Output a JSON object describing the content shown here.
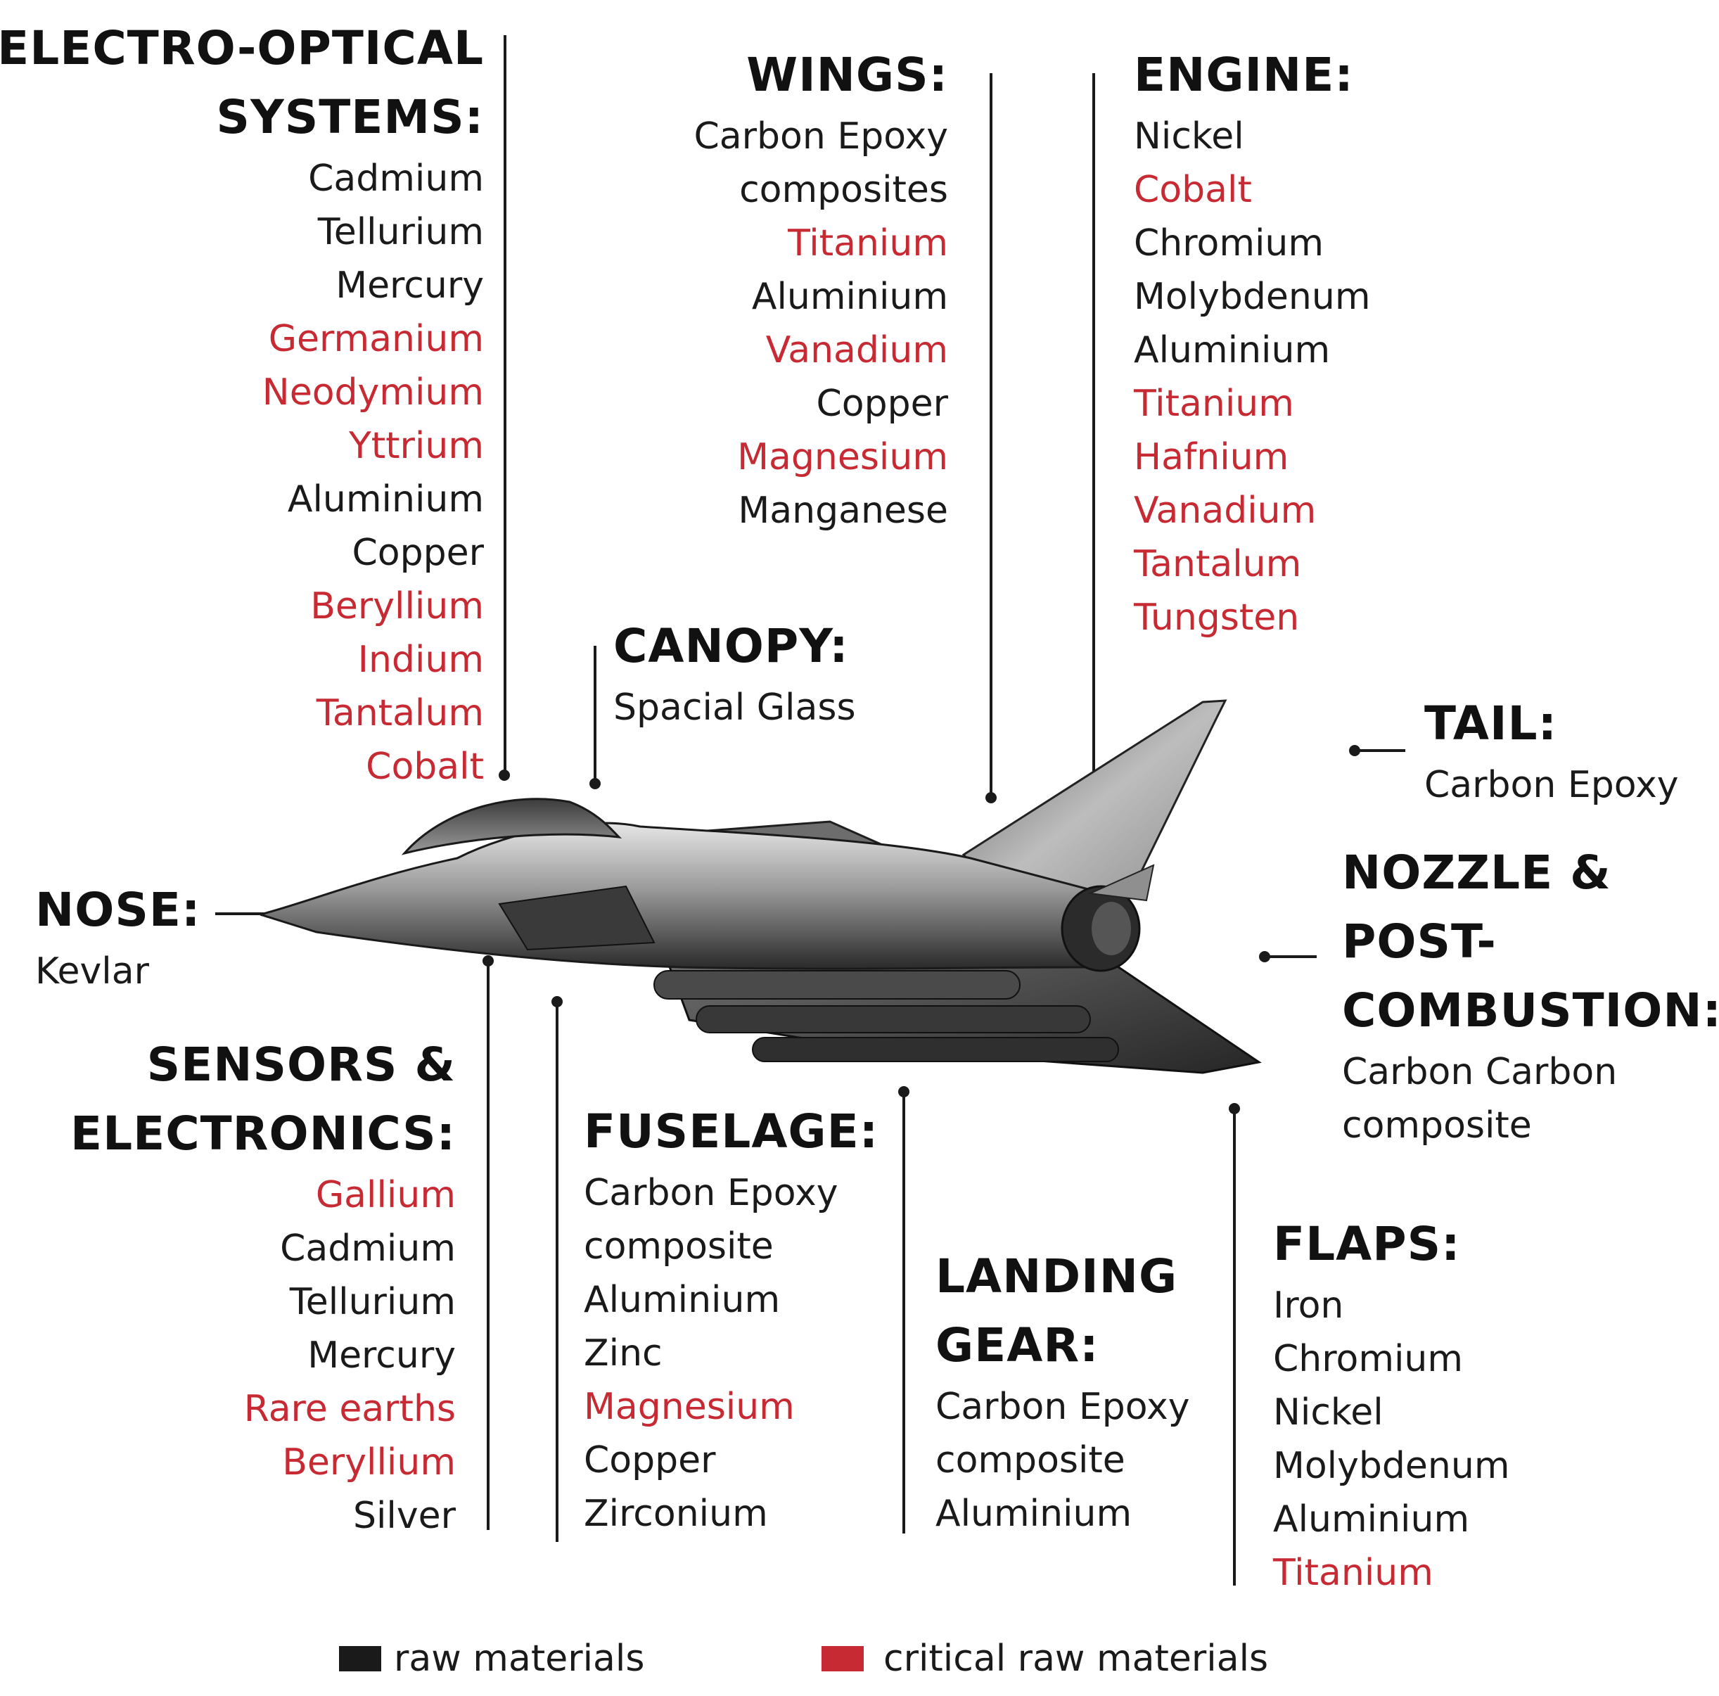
{
  "colors": {
    "raw": "#1a1a1a",
    "critical": "#c72a33"
  },
  "components": [
    {
      "id": "electro-optical",
      "title": [
        "ELECTRO-OPTICAL",
        "SYSTEMS:"
      ],
      "items": [
        {
          "name": "Cadmium",
          "critical": false
        },
        {
          "name": "Tellurium",
          "critical": false
        },
        {
          "name": "Mercury",
          "critical": false
        },
        {
          "name": "Germanium",
          "critical": true
        },
        {
          "name": "Neodymium",
          "critical": true
        },
        {
          "name": "Yttrium",
          "critical": true
        },
        {
          "name": "Aluminium",
          "critical": false
        },
        {
          "name": "Copper",
          "critical": false
        },
        {
          "name": "Beryllium",
          "critical": true
        },
        {
          "name": "Indium",
          "critical": true
        },
        {
          "name": "Tantalum",
          "critical": true
        },
        {
          "name": "Cobalt",
          "critical": true
        }
      ]
    },
    {
      "id": "wings",
      "title": [
        "WINGS:"
      ],
      "items": [
        {
          "name": "Carbon Epoxy",
          "critical": false
        },
        {
          "name": "composites",
          "critical": false
        },
        {
          "name": "Titanium",
          "critical": true
        },
        {
          "name": "Aluminium",
          "critical": false
        },
        {
          "name": "Vanadium",
          "critical": true
        },
        {
          "name": "Copper",
          "critical": false
        },
        {
          "name": "Magnesium",
          "critical": true
        },
        {
          "name": "Manganese",
          "critical": false
        }
      ]
    },
    {
      "id": "engine",
      "title": [
        "ENGINE:"
      ],
      "items": [
        {
          "name": "Nickel",
          "critical": false
        },
        {
          "name": "Cobalt",
          "critical": true
        },
        {
          "name": "Chromium",
          "critical": false
        },
        {
          "name": "Molybdenum",
          "critical": false
        },
        {
          "name": "Aluminium",
          "critical": false
        },
        {
          "name": "Titanium",
          "critical": true
        },
        {
          "name": "Hafnium",
          "critical": true
        },
        {
          "name": "Vanadium",
          "critical": true
        },
        {
          "name": "Tantalum",
          "critical": true
        },
        {
          "name": "Tungsten",
          "critical": true
        }
      ]
    },
    {
      "id": "canopy",
      "title": [
        "CANOPY:"
      ],
      "items": [
        {
          "name": "Spacial Glass",
          "critical": false
        }
      ]
    },
    {
      "id": "tail",
      "title": [
        "TAIL:"
      ],
      "items": [
        {
          "name": "Carbon Epoxy",
          "critical": false
        }
      ]
    },
    {
      "id": "nose",
      "title": [
        "NOSE:"
      ],
      "items": [
        {
          "name": "Kevlar",
          "critical": false
        }
      ]
    },
    {
      "id": "nozzle",
      "title": [
        "NOZZLE &",
        "POST-",
        "COMBUSTION:"
      ],
      "items": [
        {
          "name": "Carbon Carbon",
          "critical": false
        },
        {
          "name": "composite",
          "critical": false
        }
      ]
    },
    {
      "id": "sensors",
      "title": [
        "SENSORS &",
        "ELECTRONICS:"
      ],
      "items": [
        {
          "name": "Gallium",
          "critical": true
        },
        {
          "name": "Cadmium",
          "critical": false
        },
        {
          "name": "Tellurium",
          "critical": false
        },
        {
          "name": "Mercury",
          "critical": false
        },
        {
          "name": "Rare earths",
          "critical": true
        },
        {
          "name": "Beryllium",
          "critical": true
        },
        {
          "name": "Silver",
          "critical": false
        }
      ]
    },
    {
      "id": "fuselage",
      "title": [
        "FUSELAGE:"
      ],
      "items": [
        {
          "name": "Carbon Epoxy",
          "critical": false
        },
        {
          "name": "composite",
          "critical": false
        },
        {
          "name": "Aluminium",
          "critical": false
        },
        {
          "name": "Zinc",
          "critical": false
        },
        {
          "name": "Magnesium",
          "critical": true
        },
        {
          "name": "Copper",
          "critical": false
        },
        {
          "name": "Zirconium",
          "critical": false
        }
      ]
    },
    {
      "id": "landing-gear",
      "title": [
        "LANDING",
        "GEAR:"
      ],
      "items": [
        {
          "name": "Carbon Epoxy",
          "critical": false
        },
        {
          "name": "composite",
          "critical": false
        },
        {
          "name": "Aluminium",
          "critical": false
        }
      ]
    },
    {
      "id": "flaps",
      "title": [
        "FLAPS:"
      ],
      "items": [
        {
          "name": "Iron",
          "critical": false
        },
        {
          "name": "Chromium",
          "critical": false
        },
        {
          "name": "Nickel",
          "critical": false
        },
        {
          "name": "Molybdenum",
          "critical": false
        },
        {
          "name": "Aluminium",
          "critical": false
        },
        {
          "name": "Titanium",
          "critical": true
        }
      ]
    }
  ],
  "legend": {
    "raw_label": "raw materials",
    "critical_label": "critical raw materials"
  }
}
